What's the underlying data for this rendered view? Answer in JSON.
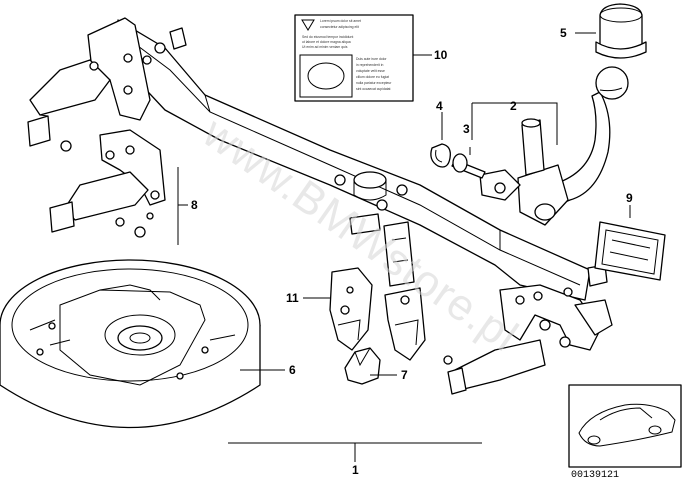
{
  "callouts": {
    "c1": "1",
    "c2": "2",
    "c3": "3",
    "c4": "4",
    "c5": "5",
    "c6": "6",
    "c7": "7",
    "c8": "8",
    "c9": "9",
    "c10": "10",
    "c11": "11"
  },
  "watermark": "www.BMWstore.pl",
  "thumbnail": {
    "id": "00139121"
  }
}
